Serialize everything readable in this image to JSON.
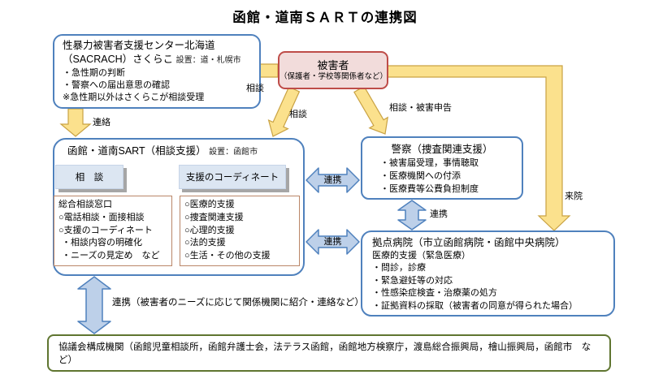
{
  "title": "函館・道南ＳＡＲＴの連携図",
  "colors": {
    "blue_border": "#4F81BD",
    "red_border": "#BE4C48",
    "pink_fill": "#F2DCDB",
    "yellow_fill": "#FBE18D",
    "yellow_stroke": "#C9A243",
    "blue_arrow_fill": "#BDD0E9",
    "tab_fill": "#DCE6F2",
    "tab_shadow": "#A6A6A6",
    "inner_border": "#BA8668",
    "green_border": "#5F7530"
  },
  "sacrach": {
    "title_line1": "性暴力被害者支援センター北海道",
    "title_line2": "（SACRACH）さくらこ",
    "subtitle": "設置：道・札幌市",
    "items": [
      "・急性期の判断",
      "・警察への届出意思の確認",
      "※急性期以外はさくらこが相談受理"
    ]
  },
  "victim": {
    "title": "被害者",
    "subtitle": "（保護者・学校等関係者など）"
  },
  "sart": {
    "title": "函館・道南SART（相談支援）",
    "subtitle": "設置：函館市",
    "tab_consult": "相　談",
    "tab_coordinate": "支援のコーディネート",
    "consult_items": [
      "総合相談窓口",
      "○電話相談・面接相談",
      "○支援のコーディネート",
      "・相談内容の明確化",
      "・ニーズの見定め　など"
    ],
    "support_items": [
      "○医療的支援",
      "○捜査関連支援",
      "○心理的支援",
      "○法的支援",
      "○生活・その他の支援"
    ]
  },
  "police": {
    "title": "警察（捜査関連支援）",
    "items": [
      "・被害届受理，事情聴取",
      "・医療機関への付添",
      "・医療費等公費負担制度"
    ]
  },
  "hospital": {
    "title": "拠点病院（市立函館病院・函館中央病院）",
    "subtitle": "医療的支援（緊急医療）",
    "items": [
      "・問診，診療",
      "・緊急避妊等の対応",
      "・性感染症検査・治療薬の処方",
      "・証拠資料の採取（被害者の同意が得られた場合）"
    ]
  },
  "council": {
    "text": "協議会構成機関（函館児童相談所，函館弁護士会，法テラス函館，函館地方検察庁，渡島総合振興局，檜山振興局，函館市　など）"
  },
  "arrows": {
    "sodan_left": "相談",
    "sodan_sart": "相談",
    "sodan_police": "相談・被害申告",
    "renraku": "連絡",
    "renkei_police": "連携",
    "renkei_hospital": "連携",
    "renkei_vertical": "連携",
    "raiin": "来院",
    "renkei_council": "連携（被害者のニーズに応じて関係機関に紹介・連絡など）"
  }
}
